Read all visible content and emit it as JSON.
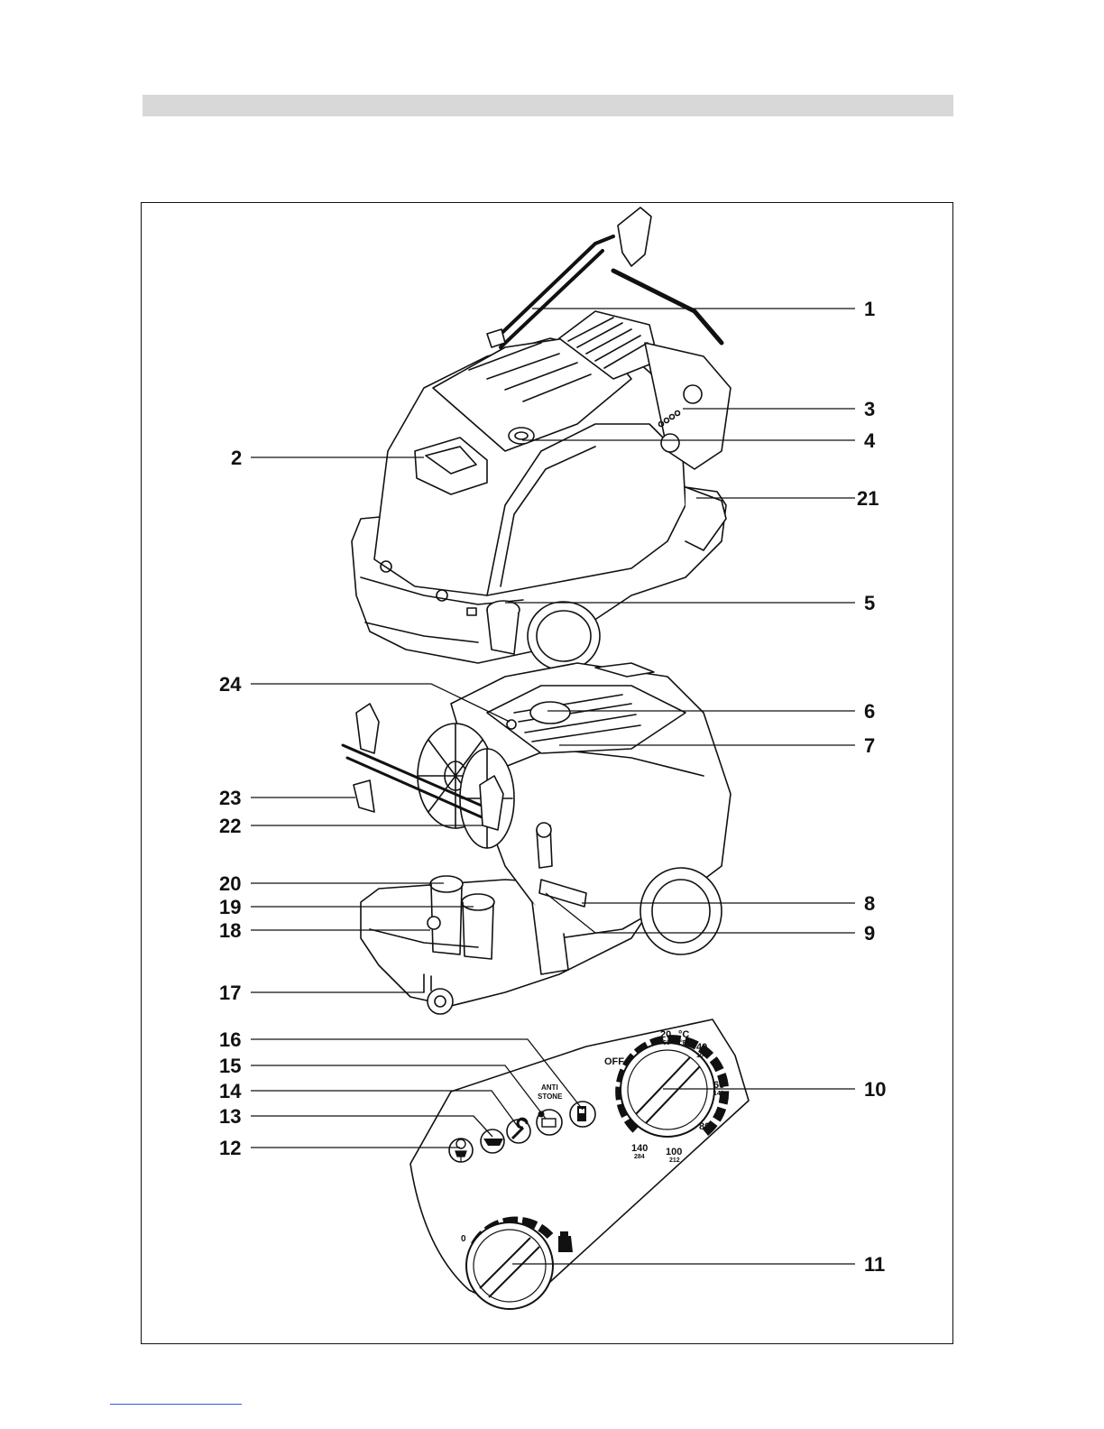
{
  "callouts": [
    {
      "id": "1",
      "label": "1"
    },
    {
      "id": "2",
      "label": "2"
    },
    {
      "id": "3",
      "label": "3"
    },
    {
      "id": "4",
      "label": "4"
    },
    {
      "id": "21",
      "label": "21"
    },
    {
      "id": "5",
      "label": "5"
    },
    {
      "id": "24",
      "label": "24"
    },
    {
      "id": "6",
      "label": "6"
    },
    {
      "id": "7",
      "label": "7"
    },
    {
      "id": "23",
      "label": "23"
    },
    {
      "id": "22",
      "label": "22"
    },
    {
      "id": "20",
      "label": "20"
    },
    {
      "id": "19",
      "label": "19"
    },
    {
      "id": "18",
      "label": "18"
    },
    {
      "id": "8",
      "label": "8"
    },
    {
      "id": "9",
      "label": "9"
    },
    {
      "id": "17",
      "label": "17"
    },
    {
      "id": "16",
      "label": "16"
    },
    {
      "id": "15",
      "label": "15"
    },
    {
      "id": "14",
      "label": "14"
    },
    {
      "id": "13",
      "label": "13"
    },
    {
      "id": "12",
      "label": "12"
    },
    {
      "id": "10",
      "label": "10"
    },
    {
      "id": "11",
      "label": "11"
    }
  ],
  "temperature_dial": {
    "off": "OFF",
    "unit_c": "°C",
    "unit_f": "°F",
    "t20c": "20",
    "t20f": "68",
    "t40c": "40",
    "t40f": "104",
    "t60c": "60",
    "t60f": "140",
    "t80c": "80",
    "t100c": "100",
    "t100f": "212",
    "t140c": "140",
    "t140f": "284"
  },
  "detergent_dial": {
    "zero": "0"
  },
  "anti_stone": {
    "line1": "ANTI",
    "line2": "STONE"
  },
  "indicator_icons": [
    "power-plug-icon",
    "oil-can-icon",
    "wrench-icon",
    "anti-stone-icon",
    "fuel-pump-icon"
  ],
  "colors": {
    "header_bar": "#d8d8d8",
    "line": "#111111"
  }
}
